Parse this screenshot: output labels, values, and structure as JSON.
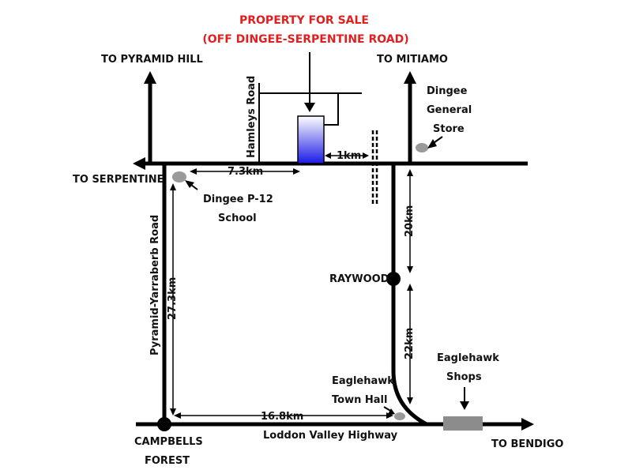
{
  "title": {
    "line1": "PROPERTY FOR SALE",
    "line2": "(OFF DINGEE-SERPENTINE ROAD)",
    "color": "#e02020"
  },
  "directions": {
    "pyramid_hill": "TO PYRAMID HILL",
    "mitiamo": "TO MITIAMO",
    "serpentine": "TO SERPENTINE",
    "bendigo": "TO BENDIGO"
  },
  "roads": {
    "hamleys": "Hamleys Road",
    "pyramid_yarraberb": "Pyramid-Yarraberb Road",
    "loddon": "Loddon Valley Highway"
  },
  "places": {
    "dingee_store": [
      "Dingee",
      "General",
      "Store"
    ],
    "dingee_school": [
      "Dingee P-12",
      "School"
    ],
    "raywood": "RAYWOOD",
    "town_hall": [
      "Eaglehawk",
      "Town Hall"
    ],
    "shops": [
      "Eaglehawk",
      "Shops"
    ],
    "campbells": [
      "CAMPBELLS",
      "FOREST"
    ]
  },
  "distances": {
    "d_7_3": "7.3km",
    "d_1": "1km",
    "d_20": "20km",
    "d_27_3": "27.3km",
    "d_22": "22km",
    "d_16_8": "16.8km"
  },
  "colors": {
    "road": "#000000",
    "marker_gray": "#9a9a9a",
    "shops_gray": "#8c8c8c",
    "property_blue_top": "#ffffff",
    "property_blue_bottom": "#1a1ae6"
  }
}
